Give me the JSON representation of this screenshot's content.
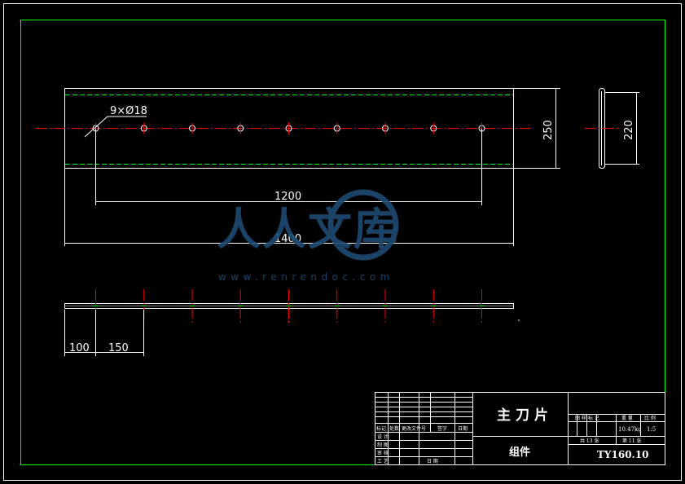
{
  "drawing": {
    "holes_callout": "9×Ø18",
    "dim_hole_span": "1200",
    "dim_total_length": "1400",
    "dim_height": "250",
    "dim_side_height": "220",
    "dim_edge_offset": "100",
    "dim_pitch": "150"
  },
  "title_block": {
    "part_name": "主刀片",
    "assembly_label": "组件",
    "drawing_number": "TY160.10",
    "mass_value": "10.47kg",
    "scale_value": "1:5",
    "header_stage": "图 样 标 记",
    "header_mass": "重 量",
    "header_scale": "比 例",
    "sheet_total": "共 13 张",
    "sheet_no": "第 11 张",
    "rev_cols": [
      "标记",
      "处数",
      "更改文件号",
      "签字",
      "日期"
    ],
    "roles": [
      "设 计",
      "制 图",
      "审 核",
      "工 艺"
    ],
    "date_label": "日 期"
  },
  "watermark": {
    "text": "人人文库",
    "url": "www.renrendoc.com"
  },
  "colors": {
    "frame": "#00ff00",
    "outline": "#ffffff",
    "centerline": "#ff0000",
    "hidden": "#00ff00",
    "background": "#000000"
  }
}
